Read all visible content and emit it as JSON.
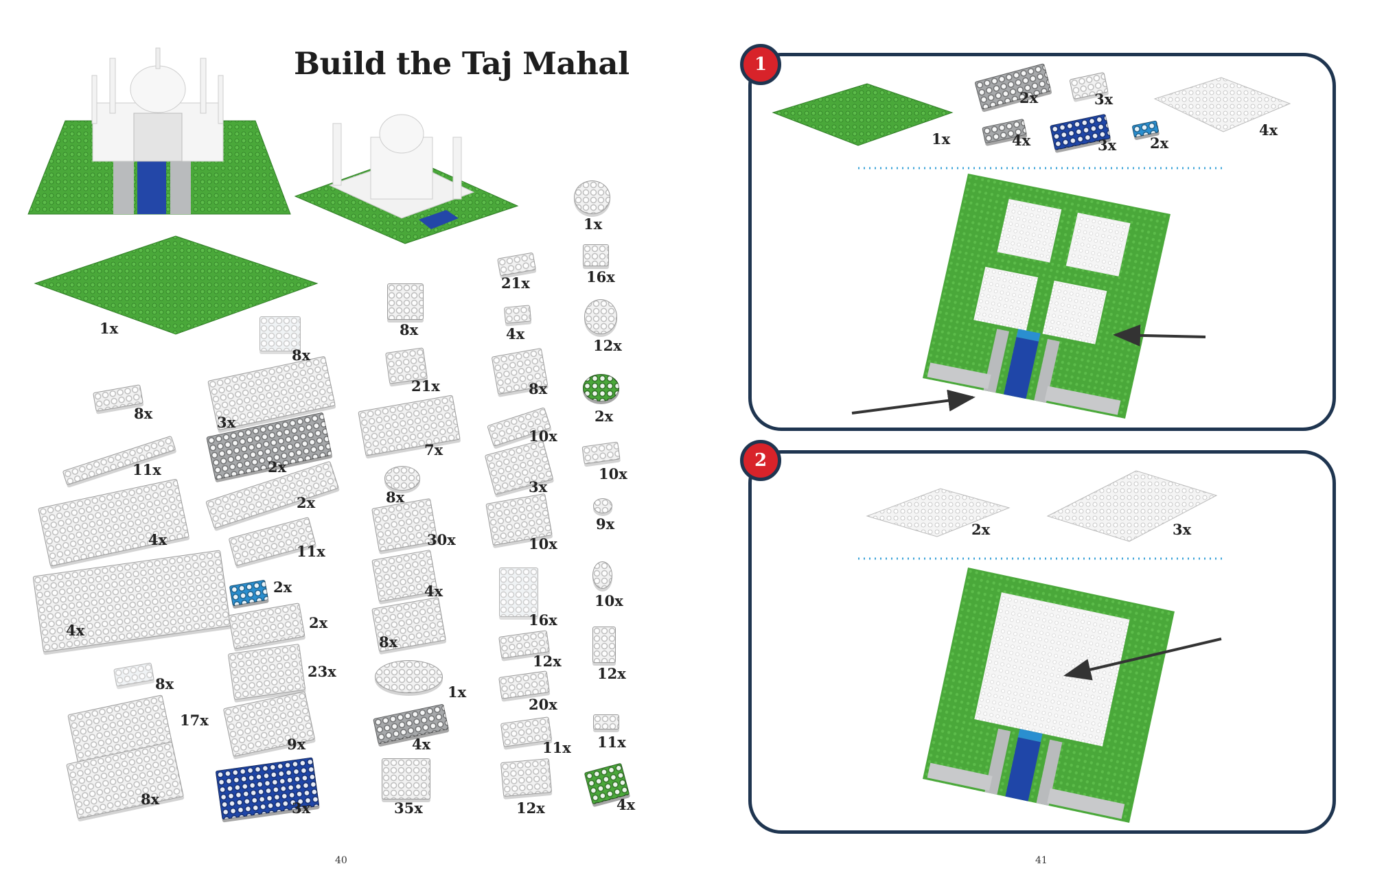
{
  "left_page": {
    "title": "Build the Taj Mahal",
    "page_number": "40",
    "parts": [
      {
        "qty": "1x",
        "color": "green",
        "kind": "baseplate 32x32"
      },
      {
        "qty": "8x",
        "color": "white",
        "kind": "plate 1x3"
      },
      {
        "qty": "11x",
        "color": "white",
        "kind": "tile 1x8"
      },
      {
        "qty": "4x",
        "color": "white",
        "kind": "plate 6x10"
      },
      {
        "qty": "4x",
        "color": "white",
        "kind": "plate 8x8"
      },
      {
        "qty": "8x",
        "color": "trans-clear",
        "kind": "plate 1x2"
      },
      {
        "qty": "17x",
        "color": "white",
        "kind": "brick 2x6"
      },
      {
        "qty": "8x",
        "color": "white",
        "kind": "brick 1x8"
      },
      {
        "qty": "8x",
        "color": "trans-clear",
        "kind": "brick 1x2"
      },
      {
        "qty": "3x",
        "color": "white",
        "kind": "plate 4x6"
      },
      {
        "qty": "2x",
        "color": "grey",
        "kind": "plate 2x8"
      },
      {
        "qty": "2x",
        "color": "white",
        "kind": "plate 1x10"
      },
      {
        "qty": "11x",
        "color": "white",
        "kind": "tile 1x6"
      },
      {
        "qty": "2x",
        "color": "blue",
        "kind": "plate 1x2"
      },
      {
        "qty": "2x",
        "color": "white",
        "kind": "plate 2x4"
      },
      {
        "qty": "23x",
        "color": "white",
        "kind": "brick 2x4"
      },
      {
        "qty": "9x",
        "color": "white",
        "kind": "brick 1x6"
      },
      {
        "qty": "3x",
        "color": "dark-blue",
        "kind": "plate 4x4"
      },
      {
        "qty": "8x",
        "color": "white",
        "kind": "curved slope"
      },
      {
        "qty": "21x",
        "color": "white",
        "kind": "brick 1x2"
      },
      {
        "qty": "7x",
        "color": "white",
        "kind": "plate 4x4"
      },
      {
        "qty": "8x",
        "color": "white",
        "kind": "round plate 2x2"
      },
      {
        "qty": "30x",
        "color": "white",
        "kind": "brick 1x4"
      },
      {
        "qty": "4x",
        "color": "white",
        "kind": "arch 1x4"
      },
      {
        "qty": "8x",
        "color": "white",
        "kind": "wedge plate"
      },
      {
        "qty": "1x",
        "color": "white",
        "kind": "round plate 4x4"
      },
      {
        "qty": "4x",
        "color": "grey",
        "kind": "tile 2x4"
      },
      {
        "qty": "35x",
        "color": "white",
        "kind": "brick 2x2"
      },
      {
        "qty": "21x",
        "color": "white",
        "kind": "tile 1x2"
      },
      {
        "qty": "4x",
        "color": "white",
        "kind": "plate 1x1"
      },
      {
        "qty": "8x",
        "color": "white",
        "kind": "brick 1x3"
      },
      {
        "qty": "10x",
        "color": "white",
        "kind": "tile 1x4"
      },
      {
        "qty": "3x",
        "color": "white",
        "kind": "panel 1x4"
      },
      {
        "qty": "10x",
        "color": "white",
        "kind": "brick 2x3"
      },
      {
        "qty": "16x",
        "color": "trans-clear",
        "kind": "panel 1x2x3"
      },
      {
        "qty": "12x",
        "color": "white",
        "kind": "plate 2x3"
      },
      {
        "qty": "20x",
        "color": "white",
        "kind": "tile 2x2"
      },
      {
        "qty": "11x",
        "color": "white",
        "kind": "plate 2x2"
      },
      {
        "qty": "12x",
        "color": "white",
        "kind": "brick 2x2"
      },
      {
        "qty": "1x",
        "color": "white",
        "kind": "dome"
      },
      {
        "qty": "16x",
        "color": "white",
        "kind": "slope"
      },
      {
        "qty": "12x",
        "color": "white",
        "kind": "round brick 2x2"
      },
      {
        "qty": "2x",
        "color": "green",
        "kind": "plant"
      },
      {
        "qty": "10x",
        "color": "white",
        "kind": "plate 1x2"
      },
      {
        "qty": "9x",
        "color": "white",
        "kind": "round plate 1x1"
      },
      {
        "qty": "10x",
        "color": "white",
        "kind": "round brick 1x1"
      },
      {
        "qty": "12x",
        "color": "white",
        "kind": "brick 1x1x2"
      },
      {
        "qty": "11x",
        "color": "white",
        "kind": "tile 1x1"
      },
      {
        "qty": "4x",
        "color": "green",
        "kind": "slope"
      }
    ]
  },
  "right_page": {
    "page_number": "41",
    "steps": [
      {
        "number": "1",
        "parts": [
          {
            "qty": "1x",
            "color": "green"
          },
          {
            "qty": "2x",
            "color": "grey"
          },
          {
            "qty": "3x",
            "color": "white"
          },
          {
            "qty": "4x",
            "color": "white"
          },
          {
            "qty": "4x",
            "color": "grey"
          },
          {
            "qty": "3x",
            "color": "dark-blue"
          },
          {
            "qty": "2x",
            "color": "blue"
          }
        ]
      },
      {
        "number": "2",
        "parts": [
          {
            "qty": "2x",
            "color": "white"
          },
          {
            "qty": "3x",
            "color": "white"
          }
        ]
      }
    ]
  },
  "colors": {
    "green": "#4aa83a",
    "white": "#f2f2f2",
    "grey": "#a7a9ab",
    "blue": "#2a8fd0",
    "dark-blue": "#1f46a8",
    "trans-clear": "#eceff2",
    "panel_border": "#1f3550",
    "badge": "#d8232a",
    "divider": "#3ba3d8"
  }
}
